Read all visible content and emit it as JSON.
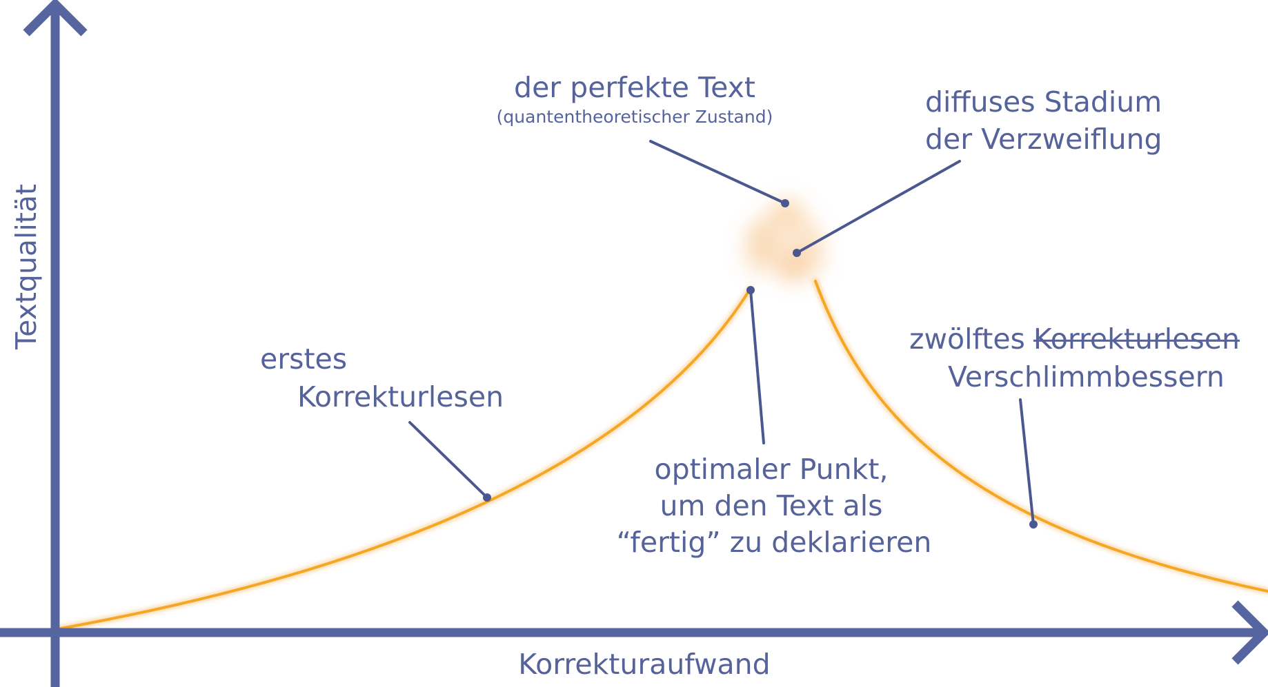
{
  "axes": {
    "x_label": "Korrekturaufwand",
    "y_label": "Textqualität"
  },
  "colors": {
    "axis": "#5664a0",
    "curve": "#f5a623",
    "text": "#56629a",
    "leader": "#4b5890"
  },
  "annotations": {
    "perfect_text": {
      "title": "der perfekte Text",
      "subtitle": "(quantentheoretischer Zustand)"
    },
    "diffuse": {
      "line1": "diffuses Stadium",
      "line2": "der Verzweiflung"
    },
    "first_read": {
      "line1": "erstes",
      "line2": "Korrekturlesen"
    },
    "optimal": {
      "line1": "optimaler Punkt,",
      "line2": "um den Text als",
      "line3": "“fertig” zu deklarieren"
    },
    "twelfth": {
      "prefix": "zwölftes",
      "struck": "Korrekturlesen",
      "line2": "Verschlimmbessern"
    }
  }
}
